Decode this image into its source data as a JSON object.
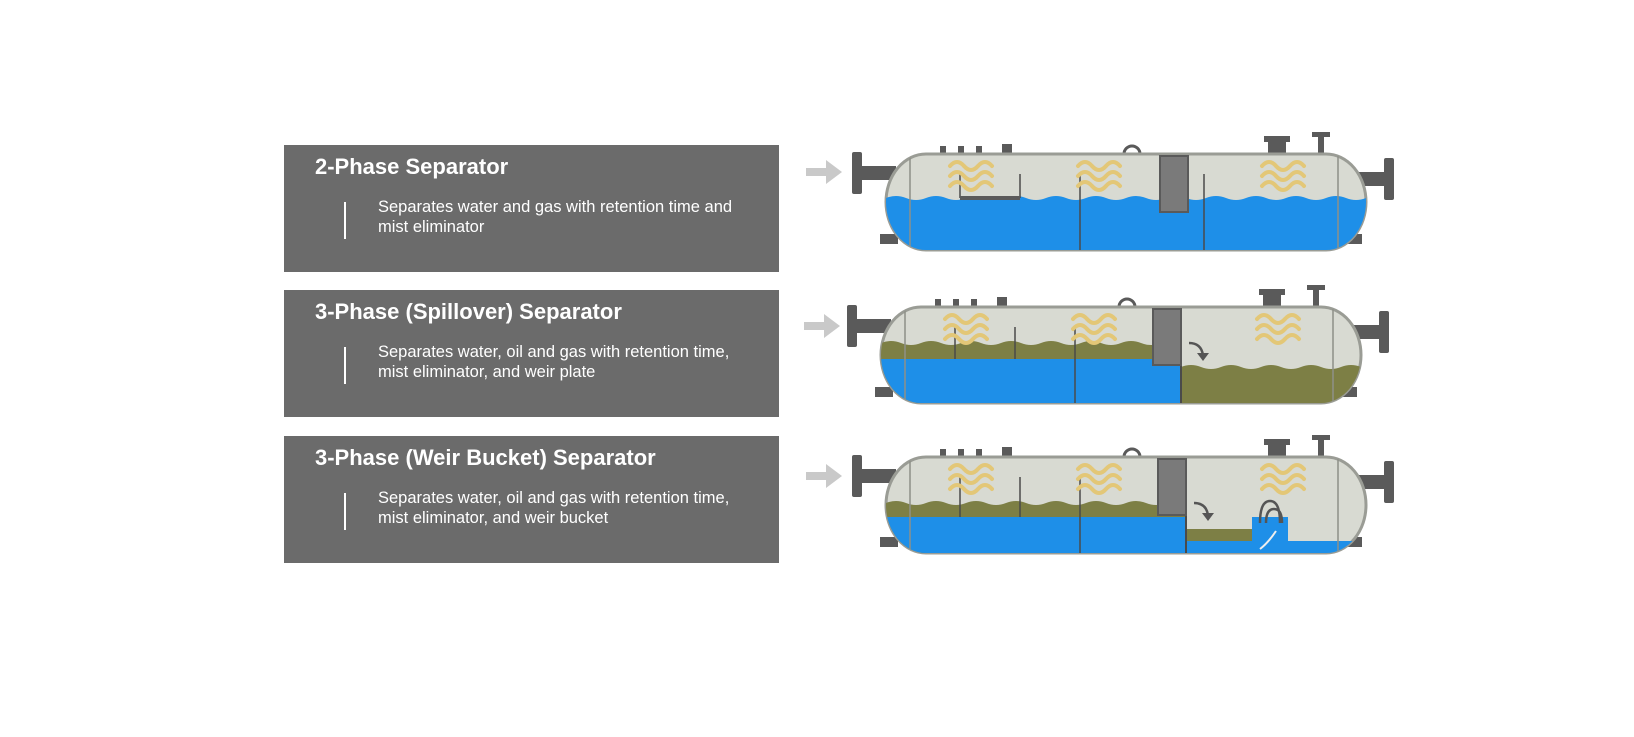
{
  "separators": [
    {
      "title": "2-Phase Separator",
      "description": "Separates water and gas with retention time and mist eliminator"
    },
    {
      "title": "3-Phase (Spillover) Separator",
      "description": "Separates water, oil and gas with retention time, mist eliminator, and weir plate"
    },
    {
      "title": "3-Phase (Weir Bucket) Separator",
      "description": "Separates water, oil and gas with retention time, mist eliminator, and weir bucket"
    }
  ],
  "colors": {
    "card": "#6b6b6b",
    "water": "#1e8fe8",
    "oil": "#7d7f45",
    "gas_symbol": "#e3c777",
    "vessel_shell": "#d8dad2",
    "fittings": "#5a5a5a",
    "inlet_arrow": "#c9c9c9"
  }
}
